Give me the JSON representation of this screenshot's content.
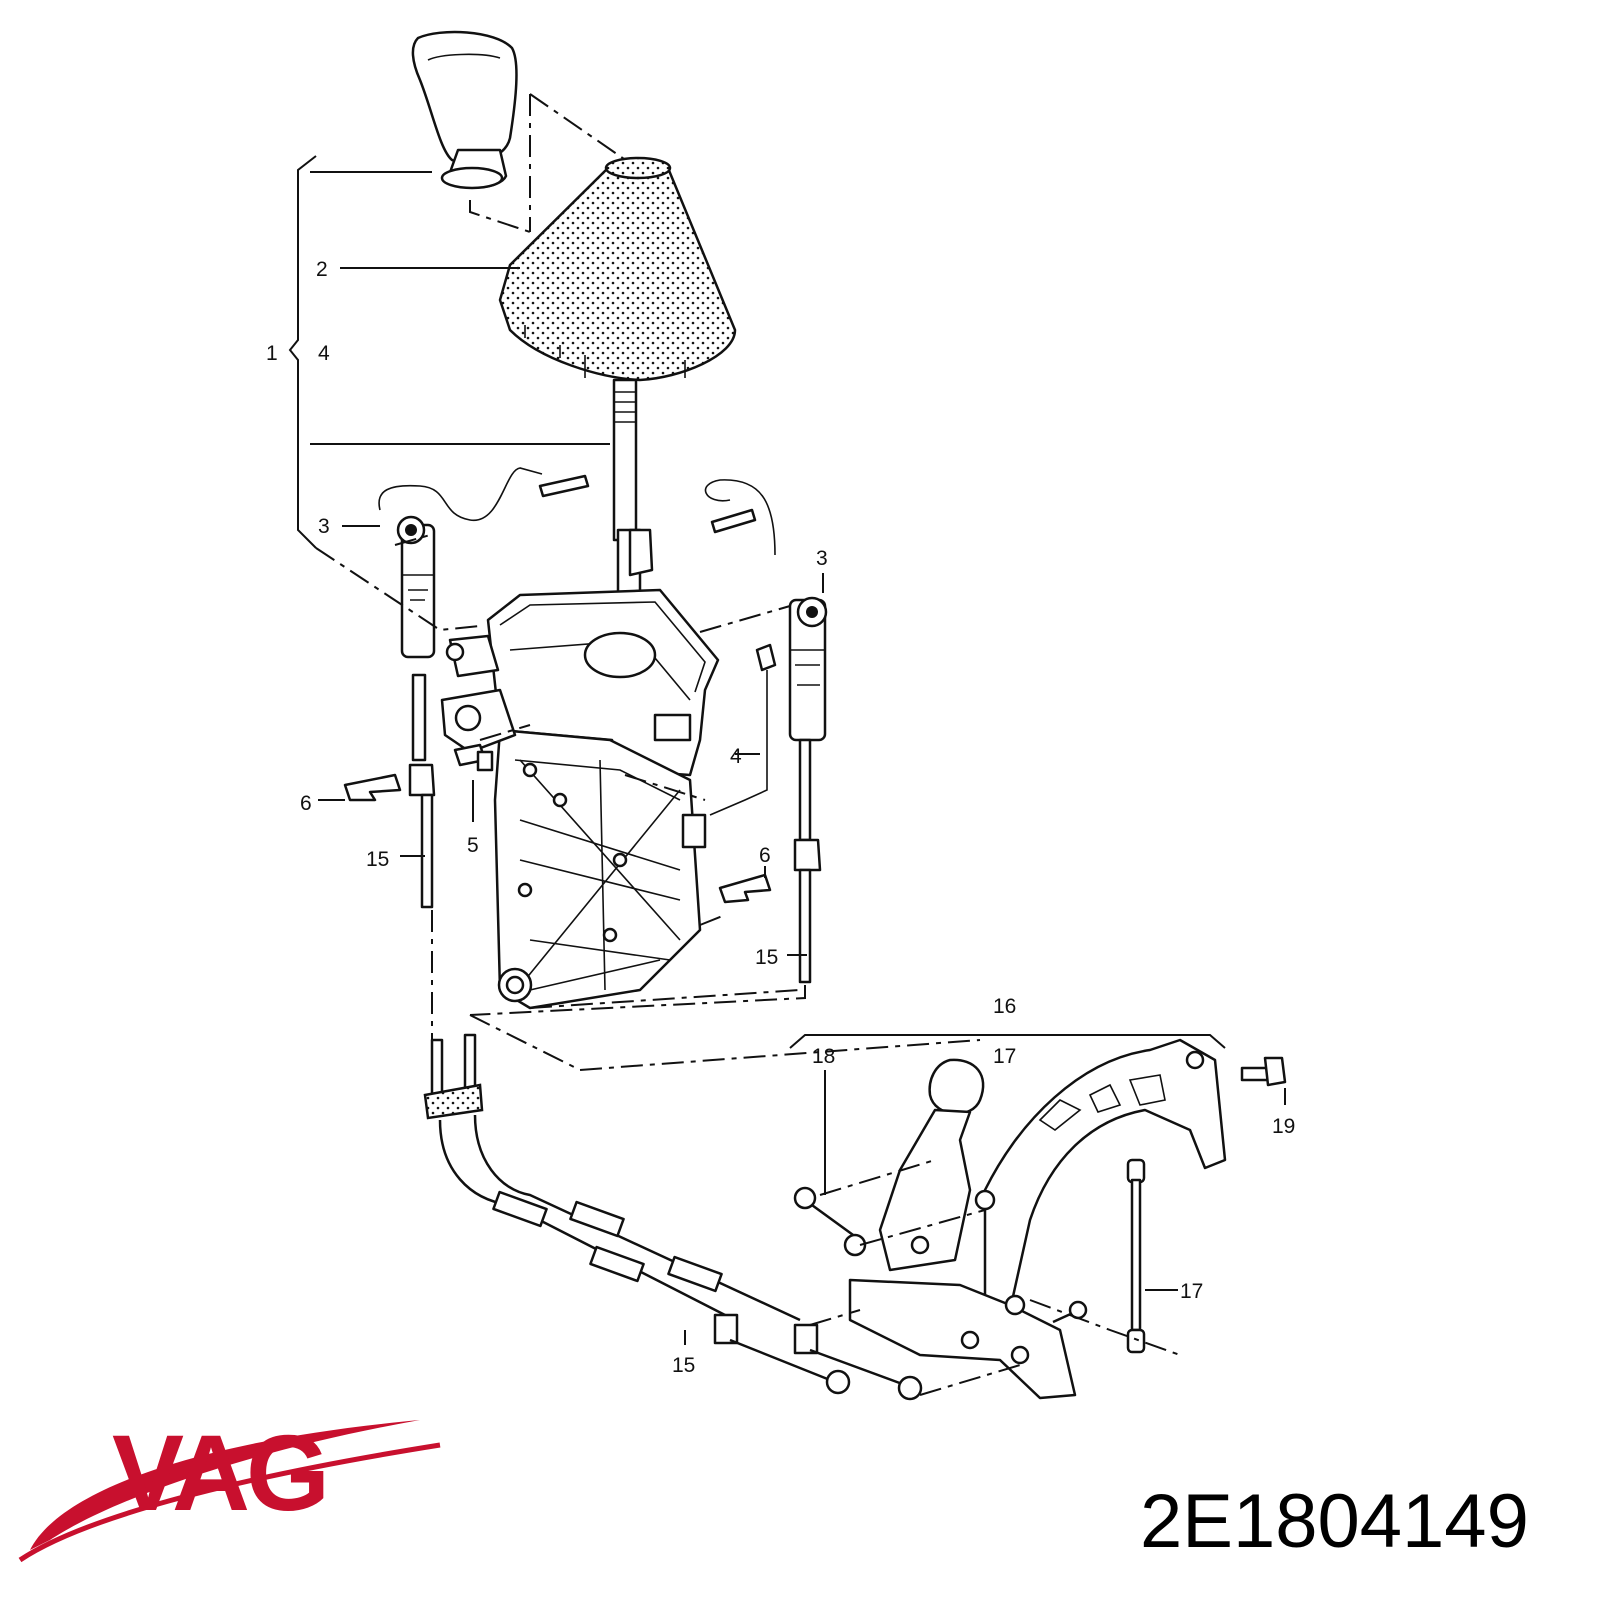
{
  "callouts": {
    "c1": "1",
    "c2": "2",
    "c3a": "3",
    "c3b": "3",
    "c4a": "4",
    "c4b": "4",
    "c5": "5",
    "c6a": "6",
    "c6b": "6",
    "c15a": "15",
    "c15b": "15",
    "c15c": "15",
    "c16": "16",
    "c17a": "17",
    "c17b": "17",
    "c18": "18",
    "c19": "19"
  },
  "brand": {
    "logo_text": "VAG",
    "color": "#c8102e"
  },
  "part_number": "2E1804149"
}
